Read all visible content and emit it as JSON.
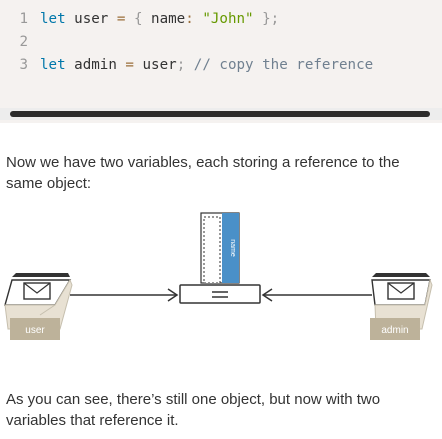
{
  "code": {
    "lines": [
      {
        "num": "1",
        "tokens": [
          {
            "t": "let",
            "c": "kw"
          },
          {
            "t": " user ",
            "c": ""
          },
          {
            "t": "=",
            "c": "op"
          },
          {
            "t": " ",
            "c": ""
          },
          {
            "t": "{",
            "c": "punct"
          },
          {
            "t": " name",
            "c": ""
          },
          {
            "t": ":",
            "c": "op"
          },
          {
            "t": " ",
            "c": ""
          },
          {
            "t": "\"John\"",
            "c": "str"
          },
          {
            "t": " ",
            "c": ""
          },
          {
            "t": "};",
            "c": "punct"
          }
        ]
      },
      {
        "num": "2",
        "tokens": []
      },
      {
        "num": "3",
        "tokens": [
          {
            "t": "let",
            "c": "kw"
          },
          {
            "t": " admin ",
            "c": ""
          },
          {
            "t": "=",
            "c": "op"
          },
          {
            "t": " user",
            "c": ""
          },
          {
            "t": ";",
            "c": "punct"
          },
          {
            "t": " ",
            "c": ""
          },
          {
            "t": "// copy the reference",
            "c": "com"
          }
        ]
      }
    ]
  },
  "paragraph_intro": "Now we have two variables, each storing a reference to the same object:",
  "paragraph_outro": "As you can see, there’s still one object, but now with two variables that reference it.",
  "diagram": {
    "left_label": "user",
    "right_label": "admin",
    "object_field": "name",
    "colors": {
      "bin": "#e8e1d3",
      "bin_edge": "#c6bfae",
      "line": "#333333",
      "accent": "#4a90c8",
      "label_bg": "#bdb29a"
    }
  }
}
